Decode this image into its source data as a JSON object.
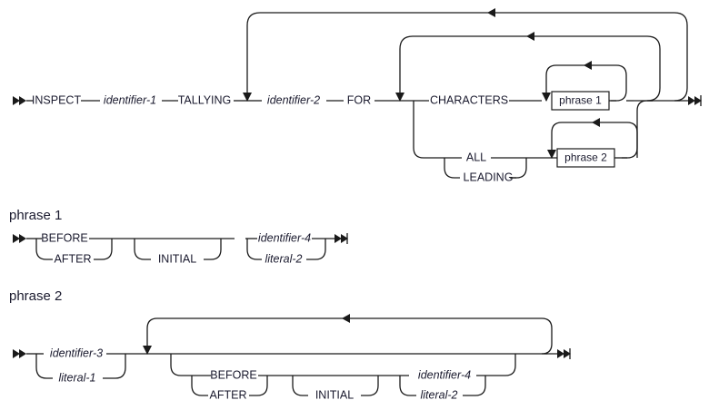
{
  "diagram": {
    "kind": "railroad-syntax-diagram",
    "title_visible": false,
    "colors": {
      "line": "#1a1a1a",
      "text": "#1a1a2e",
      "background": "#ffffff",
      "box_fill": "#ffffff"
    },
    "main": {
      "terminals": [
        "INSPECT",
        "TALLYING",
        "FOR",
        "CHARACTERS",
        "ALL",
        "LEADING"
      ],
      "nonterminals": [
        "identifier-1",
        "identifier-2"
      ],
      "tokens": {
        "inspect": "INSPECT",
        "identifier_1": "identifier-1",
        "tallying": "TALLYING",
        "identifier_2": "identifier-2",
        "for": "FOR",
        "characters": "CHARACTERS",
        "all": "ALL",
        "leading": "LEADING"
      },
      "boxes": {
        "phrase_1": "phrase 1",
        "phrase_2": "phrase 2"
      }
    },
    "phrase1": {
      "heading": "phrase 1",
      "tokens": {
        "before": "BEFORE",
        "after": "AFTER",
        "initial": "INITIAL",
        "identifier_4": "identifier-4",
        "literal_2": "literal-2"
      }
    },
    "phrase2": {
      "heading": "phrase 2",
      "tokens": {
        "identifier_3": "identifier-3",
        "literal_1": "literal-1",
        "before": "BEFORE",
        "after": "AFTER",
        "initial": "INITIAL",
        "identifier_4": "identifier-4",
        "literal_2": "literal-2"
      }
    }
  }
}
